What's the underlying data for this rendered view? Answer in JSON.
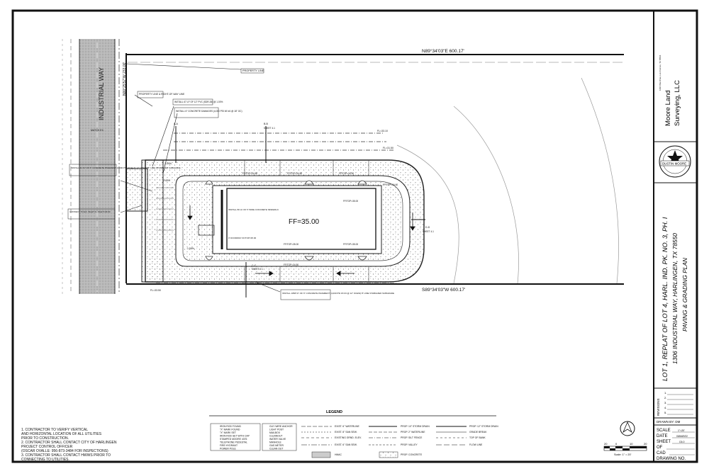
{
  "plan": {
    "street_name": "INDUSTRIAL WAY",
    "bearing_north": "N89°34'03\"E 600.17'",
    "bearing_south": "S89°34'03\"W 600.17'",
    "bearing_west": "N00°25'57\"W 233.00'",
    "finished_floor": "FF=35.00",
    "labels": {
      "property_line": "PROPERTY LINE",
      "property_row": "PROPERTY LINE & RIGHT-OF-WAY LINE",
      "fl_top": "FL=33.10",
      "fl_right": "FL=31.50",
      "fl_bottom": "FL=33.50",
      "sheet_ref": "SHEET 4.1",
      "section_bb": "B-B",
      "section_aa": "A-A",
      "section_cc": "C-C",
      "section_dd": "D-D",
      "pavement_note_top": "INSTALL 6\" CONCRETE DAMAGES (4,000 PSI W/ #4 @ 18\" OC)",
      "pavement_note_bottom": "INSTALL 1868 SY OF 6\" CONCRETE PAVEMENT (4,000 PSI W/ #4 @ 12\" OCEW) 8\" LIME STABILIZED SUBGRADE",
      "pavement_note_left": "INSTALL 31 SY OF 6\" CONCRETE PAVEMENT (4,000 PSI W/ #4 @ 12\" OCEW) 8\" LIME STABILIZED SUBGRADE",
      "sidewalk_note": "INSTALL 80 LF OF 5' WIDE CONCRETE SIDEWALK",
      "curb_note": "INSTALL 67 LF OF 12\" PVC (SDR-35) @ 1.00%",
      "doorway": "3' DOORWAY FF/TOP=35.00",
      "connect_note": "CONNECT TO EX. INLET FL INLET=29.60",
      "match_ex": "MATCH EX.",
      "grade_1": "1.00%",
      "grade_2": "2.40%",
      "grade_3": "1.50%",
      "top_tags": [
        "FF/TOP=34.50",
        "FF/TOP=34.50",
        "FF/TOP=34.50",
        "FF/TOP=34.60"
      ],
      "bot_tags": [
        "FF/TOP=35.00",
        "FF/TOP=35.00",
        "FF/TOP=35.00",
        "FF/TOP=34.50"
      ]
    }
  },
  "notes": [
    "1.  CONTRACTOR TO VERIFY VERTICAL",
    "AND HORIZONTAL LOCATION OF ALL UTILITIES",
    "PRIOR TO CONSTRUCTION.",
    "2.  CONTRACTOR SHALL CONTACT CITY OF HARLINGEN",
    "PROJECT CONTROL OFFICER",
    "(OSCAR OVALLE: 956-873-3484 FOR INSPECTIONS)",
    "3.  CONTRACTOR SHALL CONTACT HWWS PRIOR TO",
    "CONNECTING TO UTILITIES."
  ],
  "legend": {
    "title": "LEGEND",
    "col1": [
      "IRON ROD FOUND",
      "\"X\" MARK FOUND",
      "\"X\" MARK SET",
      "IRON ROD SET WITH CAP",
      "STAMPED MOORE 4376",
      "TELEPHONE PEDESTAL",
      "FIRE HYDRANT",
      "POWER POLE"
    ],
    "col2": [
      "GUY WIRE ANCHOR",
      "LIGHT POST",
      "MAILBOX",
      "CLEANOUT",
      "WATER VALVE",
      "MANHOLE",
      "GAS METER",
      "CLEAN OUT"
    ],
    "col3": [
      "EXIST. 6\" WATERLINE",
      "EXIST. 8\" SAN SEW.",
      "EXISTING GRND. ELEV.",
      "EXIST. 6\" SAN SEW.",
      "HMAC"
    ],
    "col4": [
      "PROP. 10\" STORM DRAIN",
      "PROP. 2\" WATERLINE",
      "PROP. SILT FENCE",
      "PROP. VALLEY",
      "PROP. CONCRETE"
    ],
    "col5": [
      "PROP. 12\" STORM DRAIN",
      "GRADE BREAK",
      "TOP OF BANK",
      "FLOW LINE"
    ]
  },
  "scale_bar": {
    "ticks": [
      "20",
      "0",
      "10",
      "20"
    ],
    "caption": "Scale: 1\" = 20'"
  },
  "title_block": {
    "company": "Moore Land",
    "company2": "Surveying, LLC",
    "address": "1406 Pike Drive, Los Fresnos, TX 78566",
    "seal_name": "DUSTIN MOORE",
    "title_line1": "LOT 1, REPLAT OF LOT 4, HARL. IND. PK. NO. 3, PH. I",
    "title_line2": "1306 INDUSTRIAL WAY, HARLINGEN, TX 78550",
    "title_line3": "PAVING & GRADING PLAN",
    "revisions_label": "REVISIONS",
    "revision_numbers": [
      "1.",
      "2.",
      "3.",
      "4.",
      "5."
    ],
    "drawn_by": "DRAWN BY: DM",
    "scale_label": "SCALE",
    "scale_value": "1\"=20'",
    "date_label": "DATE",
    "date_value": "03/MAR/22",
    "sheet_label": "SHEET",
    "sheet_value": "C6.0",
    "of_label": "OF",
    "cad_label": "CAD",
    "drawing_label": "DRAWING NO."
  }
}
